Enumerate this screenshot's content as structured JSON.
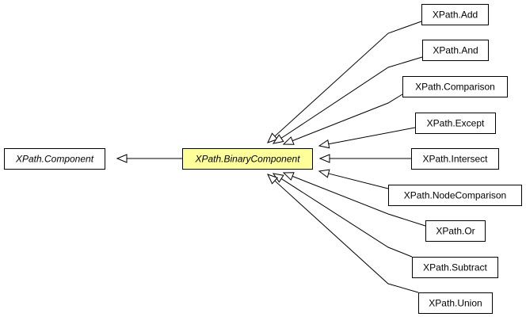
{
  "diagram": {
    "type": "class-inheritance",
    "nodes": [
      {
        "id": "component",
        "label": "XPath.Component",
        "abstract": true,
        "highlighted": false
      },
      {
        "id": "binary",
        "label": "XPath.BinaryComponent",
        "abstract": true,
        "highlighted": true,
        "highlight_color": "#ffff99"
      },
      {
        "id": "add",
        "label": "XPath.Add",
        "abstract": false
      },
      {
        "id": "and",
        "label": "XPath.And",
        "abstract": false
      },
      {
        "id": "comparison",
        "label": "XPath.Comparison",
        "abstract": false
      },
      {
        "id": "except",
        "label": "XPath.Except",
        "abstract": false
      },
      {
        "id": "intersect",
        "label": "XPath.Intersect",
        "abstract": false
      },
      {
        "id": "nodecomparison",
        "label": "XPath.NodeComparison",
        "abstract": false
      },
      {
        "id": "or",
        "label": "XPath.Or",
        "abstract": false
      },
      {
        "id": "subtract",
        "label": "XPath.Subtract",
        "abstract": false
      },
      {
        "id": "union",
        "label": "XPath.Union",
        "abstract": false
      }
    ],
    "edges": [
      {
        "from": "binary",
        "to": "component",
        "relation": "extends"
      },
      {
        "from": "add",
        "to": "binary",
        "relation": "extends"
      },
      {
        "from": "and",
        "to": "binary",
        "relation": "extends"
      },
      {
        "from": "comparison",
        "to": "binary",
        "relation": "extends"
      },
      {
        "from": "except",
        "to": "binary",
        "relation": "extends"
      },
      {
        "from": "intersect",
        "to": "binary",
        "relation": "extends"
      },
      {
        "from": "nodecomparison",
        "to": "binary",
        "relation": "extends"
      },
      {
        "from": "or",
        "to": "binary",
        "relation": "extends"
      },
      {
        "from": "subtract",
        "to": "binary",
        "relation": "extends"
      },
      {
        "from": "union",
        "to": "binary",
        "relation": "extends"
      }
    ]
  }
}
